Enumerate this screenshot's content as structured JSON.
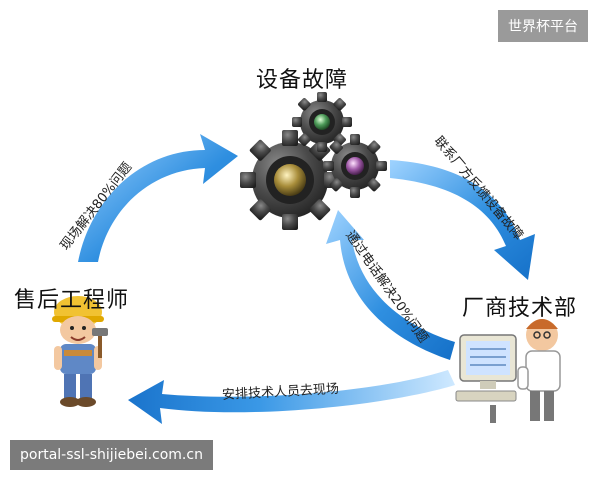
{
  "nodes": {
    "fault": "设备故障",
    "aftersales": "售后工程师",
    "vendor": "厂商技术部"
  },
  "arrows": {
    "aftersales_to_fault": "现场解决80%问题",
    "fault_to_vendor": "联系厂方反馈设备故障",
    "vendor_to_fault": "通过电话解决20%问题",
    "vendor_to_aftersales": "安排技术人员去现场"
  },
  "badge": "世界杯平台",
  "footer_url": "portal-ssl-shijiebei.com.cn",
  "colors": {
    "arrow_blue": "#2f8fe0",
    "arrow_light": "#9fd3ff",
    "gear_dark": "#3c3c3c"
  }
}
